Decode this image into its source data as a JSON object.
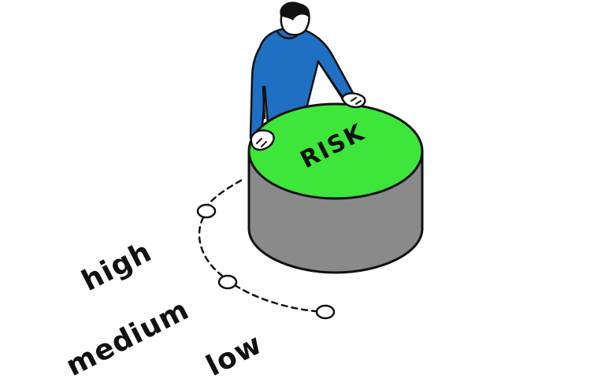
{
  "dial": {
    "label": "RISK",
    "top_color": "#3ee63c",
    "side_color": "#8a8a8a"
  },
  "person": {
    "shirt_color": "#1f6fc2",
    "hair_color": "#111111"
  },
  "levels": [
    {
      "label": "high"
    },
    {
      "label": "medium"
    },
    {
      "label": "low"
    }
  ],
  "colors": {
    "outline": "#111111",
    "background": "#ffffff"
  },
  "icons": {
    "level_marker": "circle-node"
  }
}
